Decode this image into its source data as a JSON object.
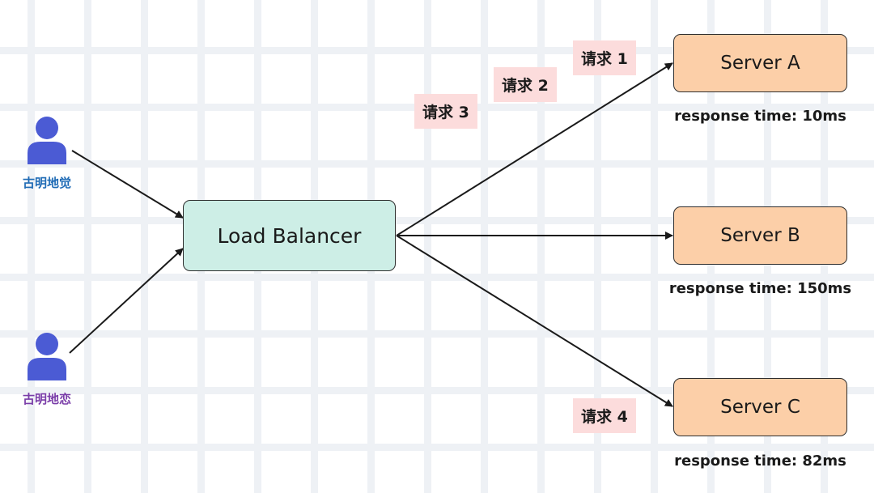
{
  "users": [
    {
      "label": "古明地觉",
      "color": "#1f6bb5"
    },
    {
      "label": "古明地恋",
      "color": "#7a3da8"
    }
  ],
  "user_icon_color": "#4b5bd4",
  "load_balancer": {
    "label": "Load Balancer",
    "fill": "#cdeee6"
  },
  "servers": [
    {
      "label": "Server A",
      "response": "response time: 10ms",
      "fill": "#fccfa8"
    },
    {
      "label": "Server B",
      "response": "response time: 150ms",
      "fill": "#fccfa8"
    },
    {
      "label": "Server C",
      "response": "response time: 82ms",
      "fill": "#fccfa8"
    }
  ],
  "requests": [
    {
      "label": "请求 1"
    },
    {
      "label": "请求 2"
    },
    {
      "label": "请求 3"
    },
    {
      "label": "请求 4"
    }
  ],
  "request_fill": "#fcdcdc"
}
